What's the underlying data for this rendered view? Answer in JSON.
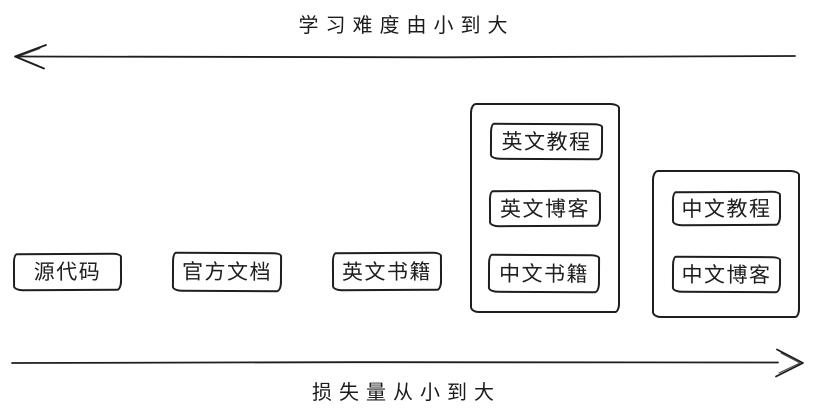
{
  "axes": {
    "top": {
      "label": "学习难度由小到大",
      "direction": "left"
    },
    "bottom": {
      "label": "损失量从小到大",
      "direction": "right"
    }
  },
  "nodes": [
    {
      "label": "源代码"
    },
    {
      "label": "官方文档"
    },
    {
      "label": "英文书籍"
    }
  ],
  "groups": [
    {
      "name": "english-resources-group",
      "items": [
        {
          "label": "英文教程"
        },
        {
          "label": "英文博客"
        },
        {
          "label": "中文书籍"
        }
      ]
    },
    {
      "name": "chinese-resources-group",
      "items": [
        {
          "label": "中文教程"
        },
        {
          "label": "中文博客"
        }
      ]
    }
  ],
  "colors": {
    "stroke": "#1e1e1e",
    "background": "#ffffff"
  }
}
